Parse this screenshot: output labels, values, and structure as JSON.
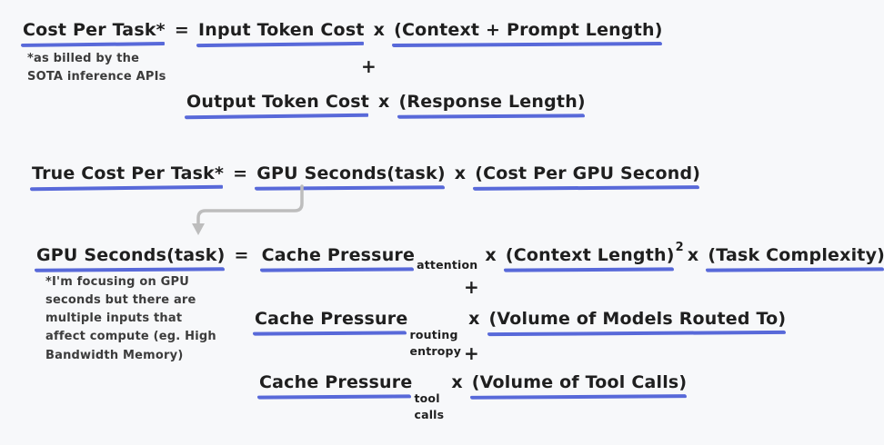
{
  "canvas": {
    "bg": "#f7f8fa",
    "ink": "#1f1f1f",
    "note_ink": "#3c3c3c",
    "accent": "#4a5cd6",
    "arrow": "#bdbdbd"
  },
  "eq1": {
    "lhs": "Cost Per Task*",
    "eq": "=",
    "term1": "Input Token Cost",
    "x1": "x",
    "paren1": "(Context + Prompt Length)",
    "plus": "+",
    "term2": "Output Token Cost",
    "x2": "x",
    "paren2": "(Response Length)",
    "footnote": [
      "*as billed by the",
      "SOTA inference APIs"
    ]
  },
  "eq2": {
    "lhs": "True Cost Per Task*",
    "eq": "=",
    "term1": "GPU Seconds(task)",
    "x1": "x",
    "paren1": "(Cost Per GPU Second)"
  },
  "eq3": {
    "lhs": "GPU Seconds(task)",
    "eq": "=",
    "footnote": [
      "*I'm focusing on GPU",
      "seconds but there are",
      "multiple inputs that",
      "affect compute (eg. High",
      "Bandwidth Memory)"
    ],
    "row1": {
      "term": "Cache Pressure",
      "sub": "attention",
      "x1": "x",
      "paren1": "(Context Length)",
      "sup": "2",
      "x2": "x",
      "paren2": "(Task Complexity)"
    },
    "plus1": "+",
    "row2": {
      "term": "Cache Pressure",
      "sub1": "routing",
      "sub2": "entropy",
      "x1": "x",
      "paren1": "(Volume of Models Routed To)"
    },
    "plus2": "+",
    "row3": {
      "term": "Cache Pressure",
      "sub1": "tool",
      "sub2": "calls",
      "x1": "x",
      "paren1": "(Volume of Tool Calls)"
    }
  }
}
